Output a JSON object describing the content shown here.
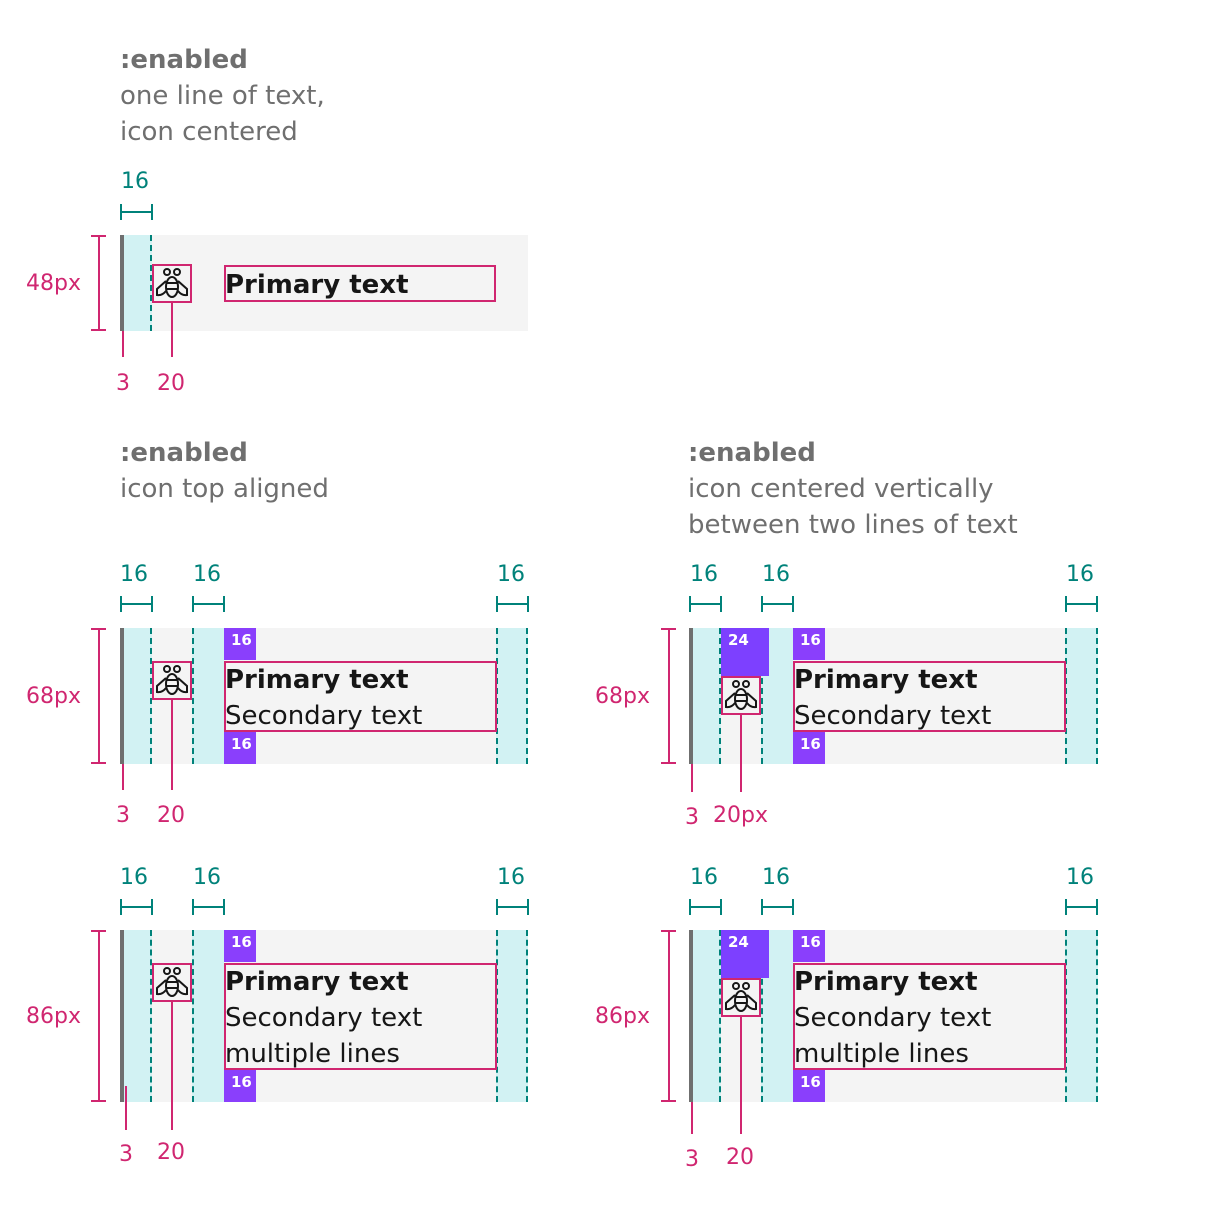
{
  "sections": [
    {
      "title": ":enabled",
      "subtitle_lines": [
        "one line of text,",
        "icon centered"
      ],
      "spacers": [
        "16"
      ],
      "height_label": "48px",
      "bar_label": "3",
      "icon_label": "20",
      "primary": "Primary text"
    },
    {
      "title": ":enabled",
      "subtitle_lines": [
        "icon top aligned"
      ],
      "spacers": [
        "16",
        "16",
        "16"
      ],
      "height_label": "68px",
      "bar_label": "3",
      "icon_label": "20",
      "pad_top": "16",
      "pad_bottom": "16",
      "primary": "Primary text",
      "secondary": "Secondary text"
    },
    {
      "title": ":enabled",
      "subtitle_lines": [
        "icon centered vertically",
        "between two lines of text"
      ],
      "spacers": [
        "16",
        "16",
        "16"
      ],
      "height_label": "68px",
      "bar_label": "3",
      "icon_label": "20px",
      "icon_offset": "24",
      "pad_top": "16",
      "pad_bottom": "16",
      "primary": "Primary text",
      "secondary": "Secondary text"
    },
    {
      "spacers": [
        "16",
        "16",
        "16"
      ],
      "height_label": "86px",
      "bar_label": "3",
      "icon_label": "20",
      "pad_top": "16",
      "pad_bottom": "16",
      "primary": "Primary text",
      "secondary": "Secondary text",
      "tertiary": "multiple lines"
    },
    {
      "spacers": [
        "16",
        "16",
        "16"
      ],
      "height_label": "86px",
      "bar_label": "3",
      "icon_label": "20",
      "icon_offset": "24",
      "pad_top": "16",
      "pad_bottom": "16",
      "primary": "Primary text",
      "secondary": "Secondary text",
      "tertiary": "multiple lines"
    }
  ],
  "colors": {
    "teal": "#00827a",
    "pink": "#d02670",
    "purple": "#8a3ffc",
    "cyan": "#d2f2f3",
    "row_background": "#f4f4f4",
    "heading_gray": "#6f6f6f"
  },
  "icon_name": "bee-icon"
}
